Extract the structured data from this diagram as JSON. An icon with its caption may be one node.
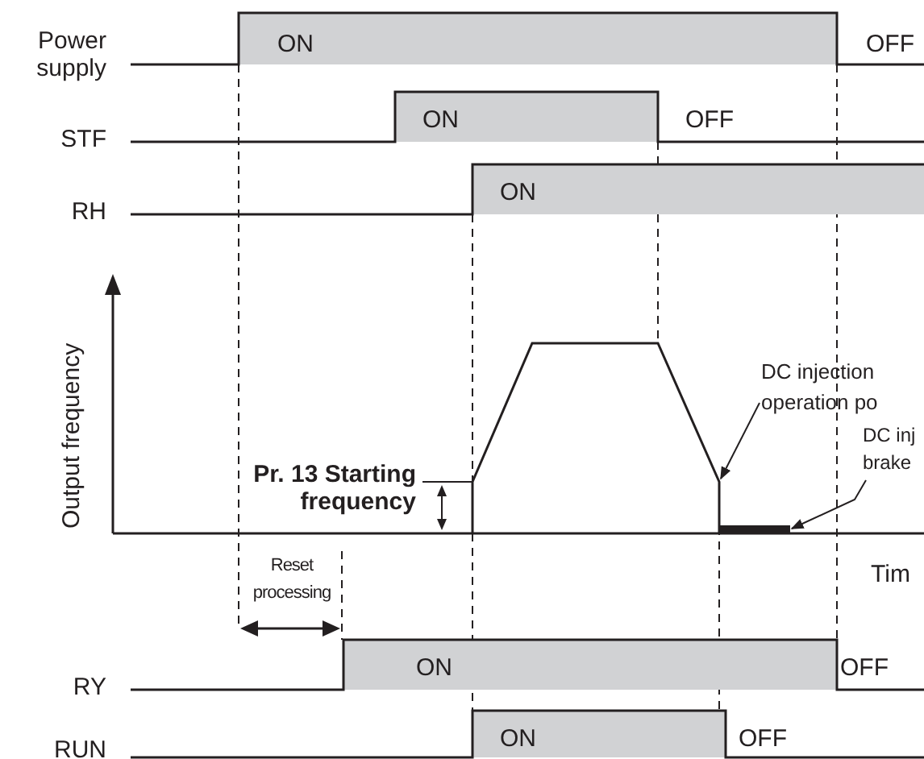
{
  "diagram": {
    "nodes": [
      {
        "text": [
          "DC injection operation po"
        ]
      },
      {
        "text": [
          "DC inj brake"
        ]
      },
      {
        "text": [],
        "shape": "line"
      },
      {
        "text": [],
        "shape": "bar"
      }
    ],
    "edges": [
      {
        "from": 0,
        "to": 2,
        "arrow": "to"
      },
      {
        "from": 1,
        "to": 3,
        "arrow": "to"
      }
    ],
    "labels": [
      "Power supply",
      "ON",
      "OFF",
      "STF",
      "ON",
      "OFF",
      "RH",
      "ON",
      "Output frequency",
      "Pr. 13 Starting frequency",
      "Reset processing",
      "Tim",
      "RY",
      "ON",
      "OFF",
      "RUN",
      "ON",
      "OFF"
    ]
  }
}
